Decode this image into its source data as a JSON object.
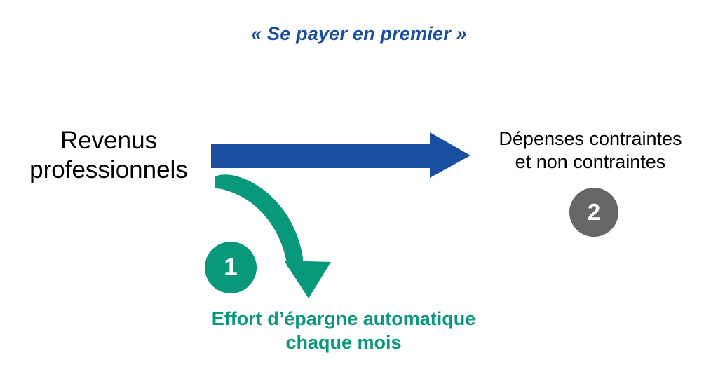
{
  "slide": {
    "title": "« Se payer en premier »",
    "background": "#FFFFFF"
  },
  "colors": {
    "blue": "#1A4FA0",
    "green": "#09987C",
    "gray": "#666666",
    "text": "#000000",
    "white": "#FFFFFF"
  },
  "nodes": {
    "income": {
      "line1": "Revenus",
      "line2": "professionnels"
    },
    "expenses": {
      "line1": "Dépenses contraintes",
      "line2": "et non contraintes"
    },
    "savings": {
      "line1": "Effort d’épargne automatique",
      "line2": "chaque mois"
    }
  },
  "badges": [
    {
      "id": "step-1",
      "label": "1",
      "color": "#09987C"
    },
    {
      "id": "step-2",
      "label": "2",
      "color": "#666666"
    }
  ],
  "arrows": [
    {
      "id": "income-to-expenses",
      "shape": "straight-right-arrow",
      "color": "#1A4FA0",
      "from": "Revenus professionnels",
      "to": "Dépenses contraintes et non contraintes"
    },
    {
      "id": "income-to-savings",
      "shape": "curved-down-arrow",
      "color": "#09987C",
      "from": "Revenus professionnels",
      "to": "Effort d’épargne automatique chaque mois"
    }
  ]
}
